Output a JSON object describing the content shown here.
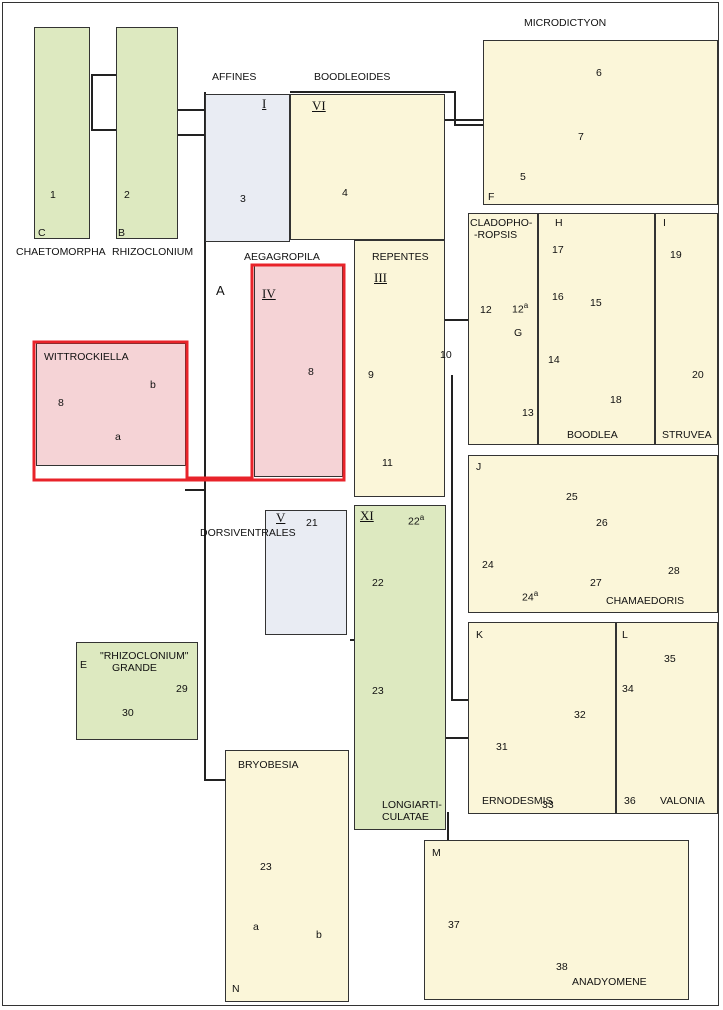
{
  "colors": {
    "cream": "#fbf6d9",
    "green": "#dde9c0",
    "blue": "#e9ecf3",
    "pink": "#f5d3d6",
    "highlight": "#e8232a",
    "ink": "#222222"
  },
  "groups": {
    "chaetomorpha": "CHAETOMORPHA",
    "rhizoclonium": "RHIZOCLONIUM",
    "affines": "AFFINES",
    "boodleoides": "BOODLEOIDES",
    "microdictyon": "MICRODICTYON",
    "aegagropila": "AEGAGROPILA",
    "repentes": "REPENTES",
    "cladophoropsis_1": "CLADOPHO-",
    "cladophoropsis_2": "-ROPSIS",
    "wittrockiella": "WITTROCKIELLA",
    "boodlea": "BOODLEA",
    "struvea": "STRUVEA",
    "dorsiventrales": "DORSIVENTRALES",
    "chamaedoris": "CHAMAEDORIS",
    "rhizoclonium_grande_1": "\"RHIZOCLONIUM\"",
    "rhizoclonium_grande_2": "GRANDE",
    "bryobesia": "BRYOBESIA",
    "longiarticulatae_1": "LONGIARTI-",
    "longiarticulatae_2": "CULATAE",
    "ernodesmis": "ERNODESMIS",
    "valonia": "VALONIA",
    "anadyomene": "ANADYOMENE"
  },
  "sections": {
    "I": "I",
    "III": "III",
    "IV": "IV",
    "V": "V",
    "VI": "VI",
    "XI": "XI"
  },
  "letters": {
    "A": "A",
    "B": "B",
    "C": "C",
    "E": "E",
    "F": "F",
    "G": "G",
    "H": "H",
    "I": "I",
    "J": "J",
    "K": "K",
    "L": "L",
    "M": "M",
    "N": "N"
  },
  "figures": {
    "f1": "1",
    "f2": "2",
    "f3": "3",
    "f4": "4",
    "f5": "5",
    "f6": "6",
    "f7": "7",
    "f8a": "8",
    "f8b": "8",
    "f9": "9",
    "f10": "10",
    "f11": "11",
    "f12": "12",
    "f12a": "12",
    "f12a_sup": "a",
    "f13": "13",
    "f14": "14",
    "f15": "15",
    "f16": "16",
    "f17": "17",
    "f18": "18",
    "f19": "19",
    "f20": "20",
    "f21": "21",
    "f22": "22",
    "f22a": "22",
    "f22a_sup": "a",
    "f23": "23",
    "f23n": "23",
    "f24": "24",
    "f24a": "24",
    "f24a_sup": "a",
    "f25": "25",
    "f26": "26",
    "f27": "27",
    "f28": "28",
    "f29": "29",
    "f30": "30",
    "f31": "31",
    "f32": "32",
    "f33": "33",
    "f34": "34",
    "f35": "35",
    "f36": "36",
    "f37": "37",
    "f38": "38",
    "sub_a": "a",
    "sub_b": "b",
    "sub_na": "a",
    "sub_nb": "b"
  }
}
